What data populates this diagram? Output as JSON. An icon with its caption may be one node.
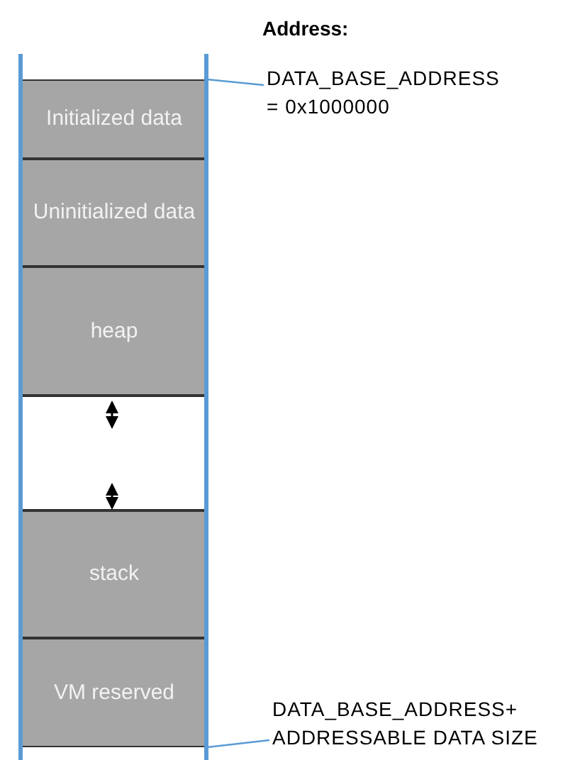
{
  "diagram": {
    "nodes": [
      {
        "text": [
          "Initialized data"
        ]
      },
      {
        "text": [
          "Uninitialized data"
        ]
      },
      {
        "text": [
          "heap"
        ]
      },
      {
        "text": [],
        "shape": "box"
      },
      {
        "text": [
          "stack"
        ]
      },
      {
        "text": [
          "VM reserved"
        ]
      },
      {
        "text": [
          "DATA_BASE_ADDRESS = 0x1000000"
        ]
      },
      {
        "text": [
          "DATA_BASE_ADDRESS+ ADDRESSABLE DATA SIZE"
        ]
      }
    ],
    "edges": [
      {
        "from": 6,
        "to": 0,
        "arrow": "none"
      },
      {
        "from": 7,
        "to": 5,
        "arrow": "none"
      }
    ],
    "labels": [
      "Address:"
    ]
  }
}
